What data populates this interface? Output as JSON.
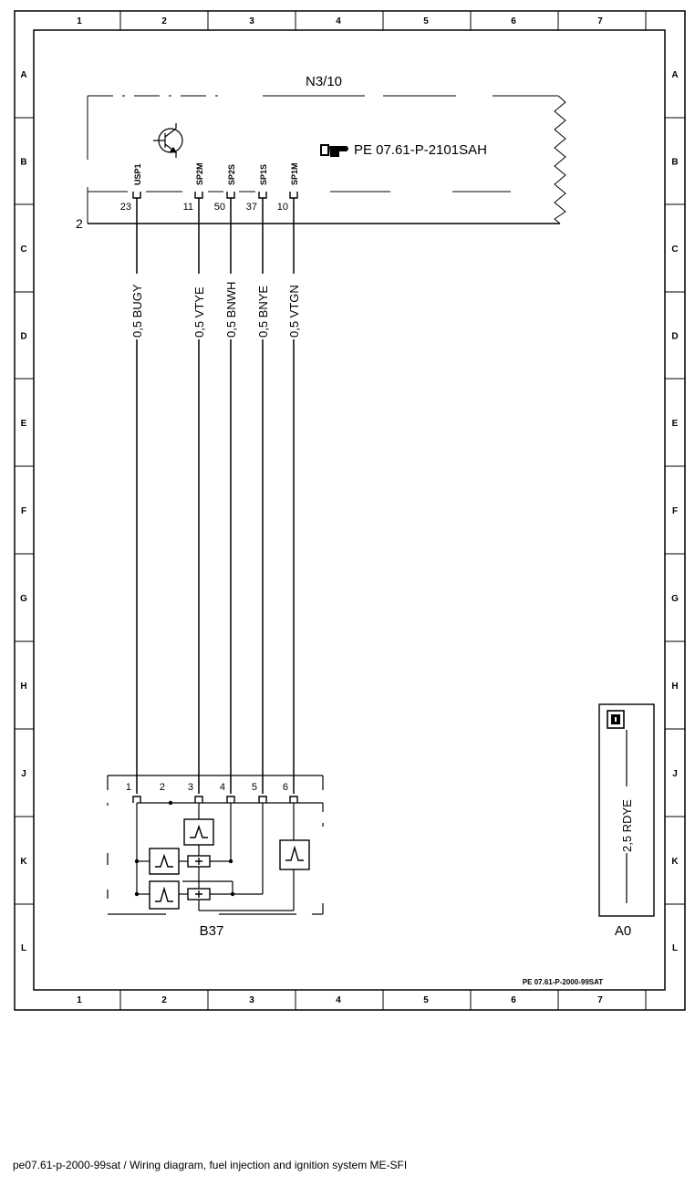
{
  "frame": {
    "columns": [
      "1",
      "2",
      "3",
      "4",
      "5",
      "6",
      "7"
    ],
    "rows": [
      "A",
      "B",
      "C",
      "D",
      "E",
      "F",
      "G",
      "H",
      "J",
      "K",
      "L"
    ]
  },
  "ecu": {
    "name": "N3/10",
    "ground_number": "2",
    "reference": "PE 07.61-P-2101SAH",
    "pins": [
      {
        "number": "23",
        "signal": "USP1"
      },
      {
        "number": "11",
        "signal": "SP2M"
      },
      {
        "number": "50",
        "signal": "SP2S"
      },
      {
        "number": "37",
        "signal": "SP1S"
      },
      {
        "number": "10",
        "signal": "SP1M"
      }
    ]
  },
  "wires": [
    {
      "label": "0,5 BUGY"
    },
    {
      "label": "0,5 VTYE"
    },
    {
      "label": "0,5 BNWH"
    },
    {
      "label": "0,5 BNYE"
    },
    {
      "label": "0,5 VTGN"
    }
  ],
  "sensor": {
    "name": "B37",
    "pins": [
      "1",
      "2",
      "3",
      "4",
      "5",
      "6"
    ]
  },
  "ground": {
    "name": "A0",
    "wire_label": "2,5 RDYE"
  },
  "diagram_reference": "PE 07.61-P-2000-99SAT",
  "caption": "pe07.61-p-2000-99sat / Wiring diagram, fuel injection and ignition system ME-SFI"
}
